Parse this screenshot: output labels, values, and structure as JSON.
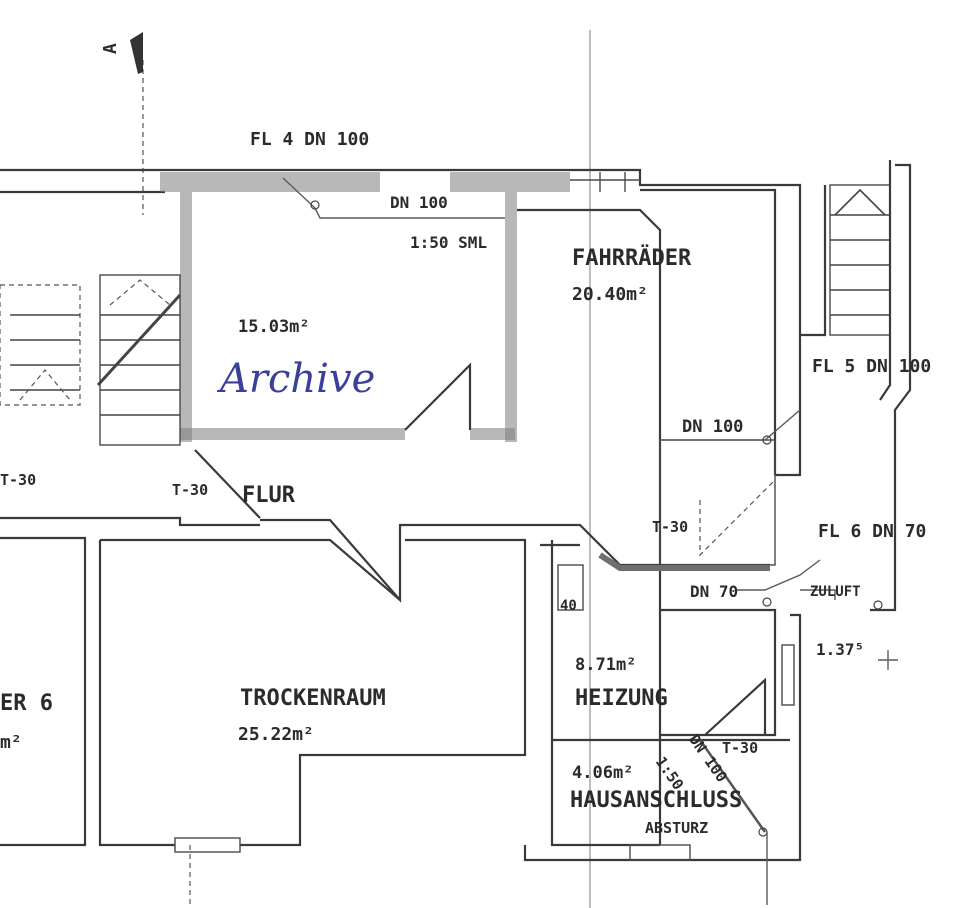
{
  "labels": {
    "fl4": "FL 4 DN 100",
    "dn100_top": "DN 100",
    "scale_top": "1:50 SML",
    "archive_area": "15.03m²",
    "archive_name": "Archive",
    "fahrraeder": "FAHRRÄDER",
    "fahrraeder_area": "20.40m²",
    "fl5": "FL 5 DN 100",
    "dn100_mid": "DN 100",
    "t30_left": "T-30",
    "t30_mid": "T-30",
    "flur": "FLUR",
    "t30_right": "T-30",
    "fl6": "FL 6 DN 70",
    "dn70": "DN 70",
    "zuluft": "ZULUFT",
    "box_40": "40",
    "dim_137": "1.37⁵",
    "heizung_area": "8.71m²",
    "heizung": "HEIZUNG",
    "trockenraum": "TROCKENRAUM",
    "trockenraum_area": "25.22m²",
    "keller6": "ER 6",
    "keller6_area": "m²",
    "t30_low": "T-30",
    "hausanschluss_area": "4.06m²",
    "hausanschluss": "HAUSANSCHLUSS",
    "absturz": "ABSTURZ",
    "diag_dn100": "DN 100",
    "diag_scale": "1:50",
    "section_mark": "A"
  }
}
